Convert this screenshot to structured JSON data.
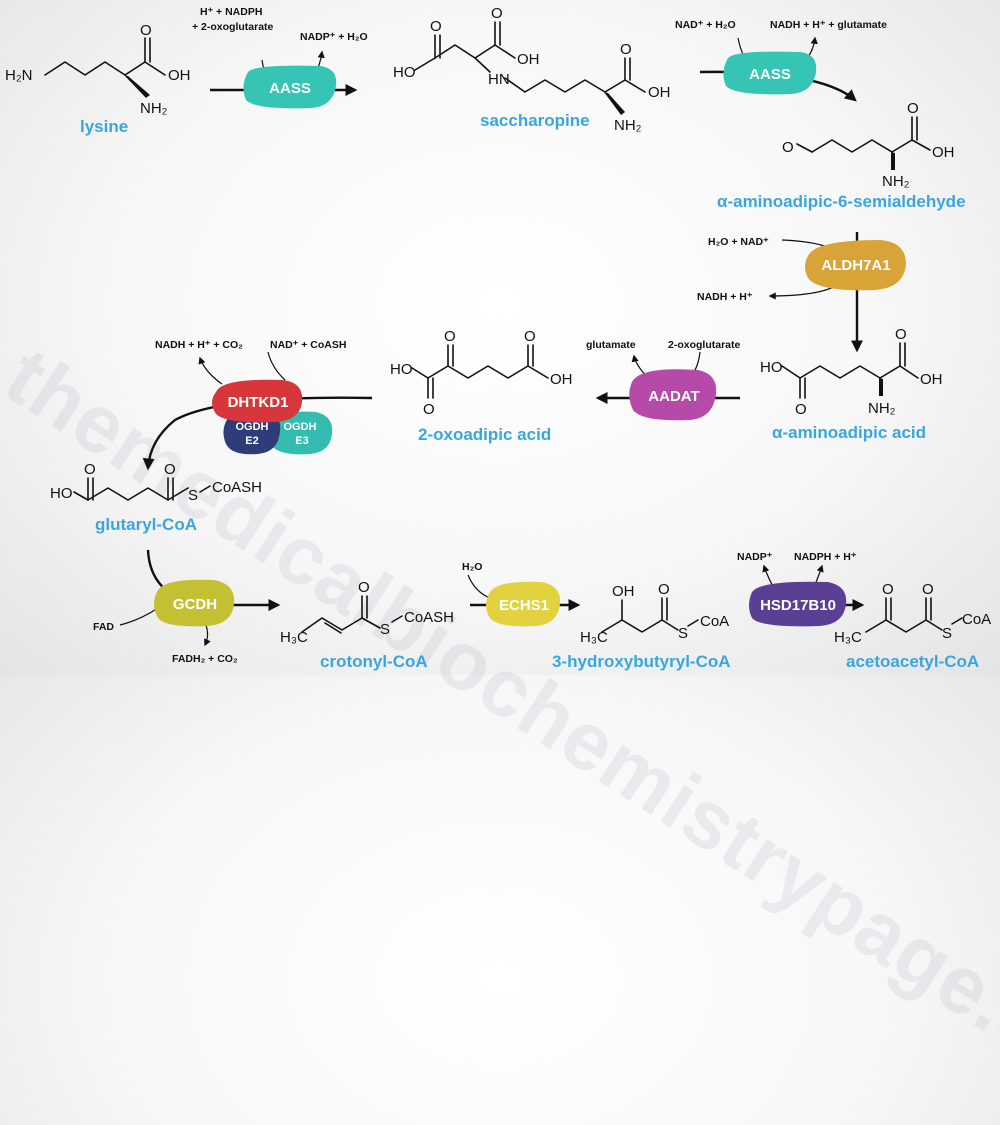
{
  "watermark": "themedicalbiochemistrypage.org",
  "metabolites": {
    "lysine": "lysine",
    "saccharopine": "saccharopine",
    "semialdehyde": "α-aminoadipic-6-semialdehyde",
    "aminoadipic": "α-aminoadipic acid",
    "oxoadipic": "2-oxoadipic acid",
    "glutaryl": "glutaryl-CoA",
    "crotonyl": "crotonyl-CoA",
    "hydroxybutyryl": "3-hydroxybutyryl-CoA",
    "acetoacetyl": "acetoacetyl-CoA"
  },
  "enzymes": {
    "aass1": "AASS",
    "aass2": "AASS",
    "aldh": "ALDH7A1",
    "aadat": "AADAT",
    "dhtkd1": "DHTKD1",
    "ogdh_e2_line1": "OGDH",
    "ogdh_e2_line2": "E2",
    "ogdh_e3_line1": "OGDH",
    "ogdh_e3_line2": "E3",
    "gcdh": "GCDH",
    "echs1": "ECHS1",
    "hsd": "HSD17B10"
  },
  "cofactors": {
    "aass1_in_line1": "H⁺ + NADPH",
    "aass1_in_line2": "+ 2-oxoglutarate",
    "aass1_out": "NADP⁺ + H₂O",
    "aass2_in": "NAD⁺ + H₂O",
    "aass2_out": "NADH + H⁺ + glutamate",
    "aldh_in": "H₂O + NAD⁺",
    "aldh_out": "NADH + H⁺",
    "aadat_out": "glutamate",
    "aadat_in": "2-oxoglutarate",
    "dhtkd1_out": "NADH + H⁺ + CO₂",
    "dhtkd1_in": "NAD⁺ + CoASH",
    "gcdh_in": "FAD",
    "gcdh_out": "FADH₂ + CO₂",
    "echs1_in": "H₂O",
    "hsd_left": "NADP⁺",
    "hsd_right": "NADPH + H⁺"
  },
  "atoms": {
    "h2n": "H₂N",
    "nh2": "NH₂",
    "oh": "OH",
    "o": "O",
    "hn": "HN",
    "ho": "HO",
    "s": "S",
    "coash": "CoASH",
    "coa": "CoA",
    "h3c": "H₃C"
  },
  "colors": {
    "metabolite": "#3aa6e0",
    "aass": "#36c4b4",
    "aldh": "#d9a437",
    "aadat": "#b64aa8",
    "dhtkd1": "#d7363a",
    "ogdh_e2": "#2e3d79",
    "ogdh_e3": "#34bcb0",
    "gcdh": "#c3c034",
    "echs1": "#e2d23f",
    "hsd": "#5a3f94"
  }
}
